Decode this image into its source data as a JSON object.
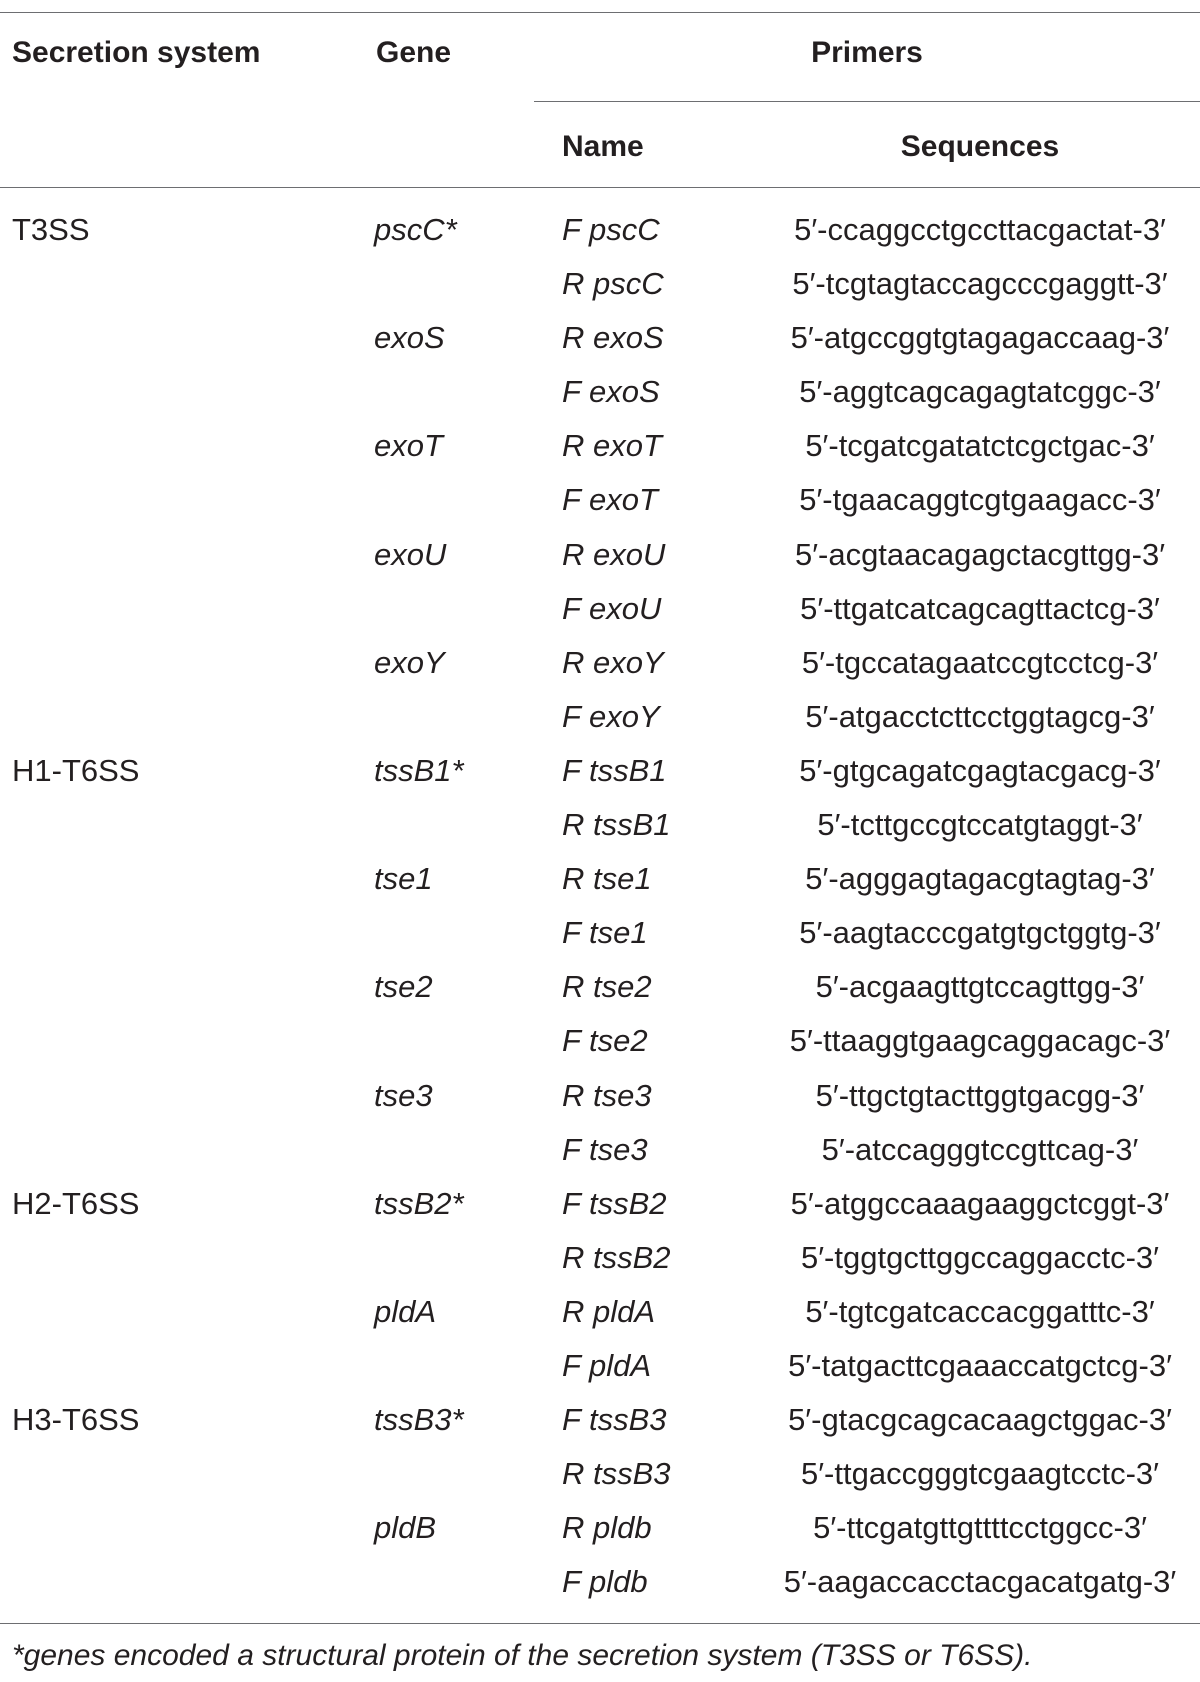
{
  "table": {
    "headers": {
      "secretion_system": "Secretion system",
      "gene": "Gene",
      "primers": "Primers",
      "name": "Name",
      "sequences": "Sequences"
    },
    "rows": [
      {
        "system": "T3SS",
        "gene": "pscC*",
        "name": "F pscC",
        "sequence": "5′-ccaggcctgccttacgactat-3′"
      },
      {
        "system": "",
        "gene": "",
        "name": "R pscC",
        "sequence": "5′-tcgtagtaccagcccgaggtt-3′"
      },
      {
        "system": "",
        "gene": "exoS",
        "name": "R exoS",
        "sequence": "5′-atgccggtgtagagaccaag-3′"
      },
      {
        "system": "",
        "gene": "",
        "name": "F exoS",
        "sequence": "5′-aggtcagcagagtatcggc-3′"
      },
      {
        "system": "",
        "gene": "exoT",
        "name": "R exoT",
        "sequence": "5′-tcgatcgatatctcgctgac-3′"
      },
      {
        "system": "",
        "gene": "",
        "name": "F exoT",
        "sequence": "5′-tgaacaggtcgtgaagacc-3′"
      },
      {
        "system": "",
        "gene": "exoU",
        "name": "R exoU",
        "sequence": "5′-acgtaacagagctacgttgg-3′"
      },
      {
        "system": "",
        "gene": "",
        "name": "F exoU",
        "sequence": "5′-ttgatcatcagcagttactcg-3′"
      },
      {
        "system": "",
        "gene": "exoY",
        "name": "R exoY",
        "sequence": "5′-tgccatagaatccgtcctcg-3′"
      },
      {
        "system": "",
        "gene": "",
        "name": "F exoY",
        "sequence": "5′-atgacctcttcctggtagcg-3′"
      },
      {
        "system": "H1-T6SS",
        "gene": "tssB1*",
        "name": "F tssB1",
        "sequence": "5′-gtgcagatcgagtacgacg-3′"
      },
      {
        "system": "",
        "gene": "",
        "name": "R tssB1",
        "sequence": "5′-tcttgccgtccatgtaggt-3′"
      },
      {
        "system": "",
        "gene": "tse1",
        "name": "R tse1",
        "sequence": "5′-agggagtagacgtagtag-3′"
      },
      {
        "system": "",
        "gene": "",
        "name": "F tse1",
        "sequence": "5′-aagtacccgatgtgctggtg-3′"
      },
      {
        "system": "",
        "gene": "tse2",
        "name": "R tse2",
        "sequence": "5′-acgaagttgtccagttgg-3′"
      },
      {
        "system": "",
        "gene": "",
        "name": "F tse2",
        "sequence": "5′-ttaaggtgaagcaggacagc-3′"
      },
      {
        "system": "",
        "gene": "tse3",
        "name": "R tse3",
        "sequence": "5′-ttgctgtacttggtgacgg-3′"
      },
      {
        "system": "",
        "gene": "",
        "name": "F tse3",
        "sequence": "5′-atccagggtccgttcag-3′"
      },
      {
        "system": "H2-T6SS",
        "gene": "tssB2*",
        "name": "F tssB2",
        "sequence": "5′-atggccaaagaaggctcggt-3′"
      },
      {
        "system": "",
        "gene": "",
        "name": "R tssB2",
        "sequence": "5′-tggtgcttggccaggacctc-3′"
      },
      {
        "system": "",
        "gene": "pldA",
        "name": "R pldA",
        "sequence": "5′-tgtcgatcaccacggatttc-3′"
      },
      {
        "system": "",
        "gene": "",
        "name": "F pldA",
        "sequence": "5′-tatgacttcgaaaccatgctcg-3′"
      },
      {
        "system": "H3-T6SS",
        "gene": "tssB3*",
        "name": "F tssB3",
        "sequence": "5′-gtacgcagcacaagctggac-3′"
      },
      {
        "system": "",
        "gene": "",
        "name": "R tssB3",
        "sequence": "5′-ttgaccgggtcgaagtcctc-3′"
      },
      {
        "system": "",
        "gene": "pldB",
        "name": "R pldb",
        "sequence": "5′-ttcgatgttgttttcctggcc-3′"
      },
      {
        "system": "",
        "gene": "",
        "name": "F pldb",
        "sequence": "5′-aagaccacctacgacatgatg-3′"
      }
    ]
  },
  "footnote": "*genes encoded a structural protein of the secretion system (T3SS or T6SS)."
}
